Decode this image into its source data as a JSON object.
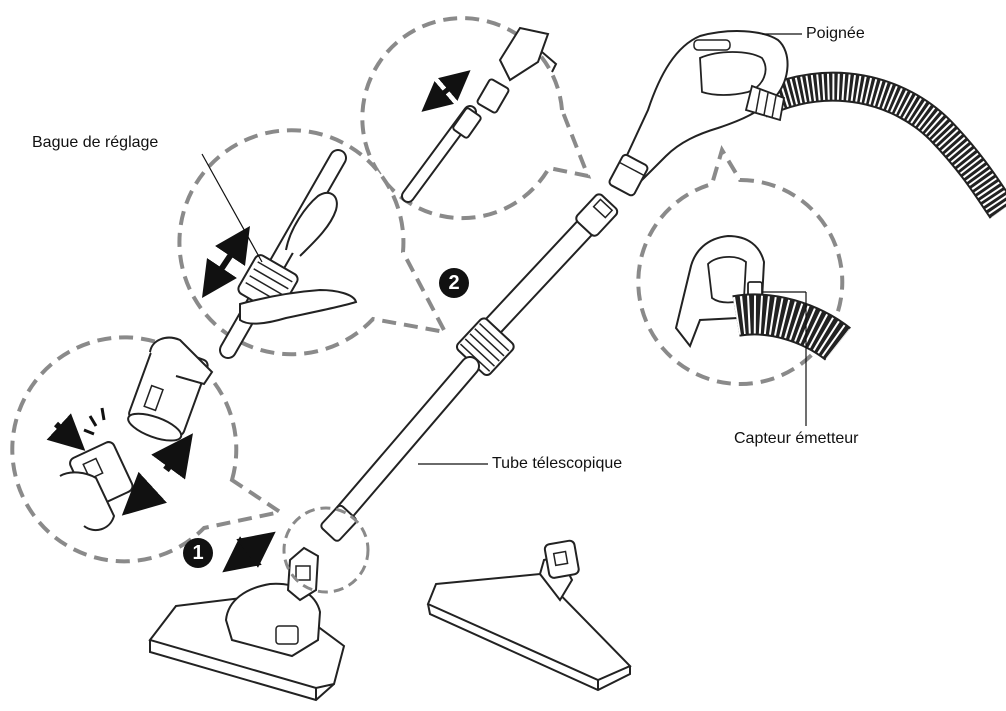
{
  "labels": {
    "handle": "Poignée",
    "ring": "Bague de réglage",
    "sensor": "Capteur émetteur",
    "tube": "Tube télescopique"
  },
  "steps": {
    "one": "1",
    "two": "2"
  }
}
